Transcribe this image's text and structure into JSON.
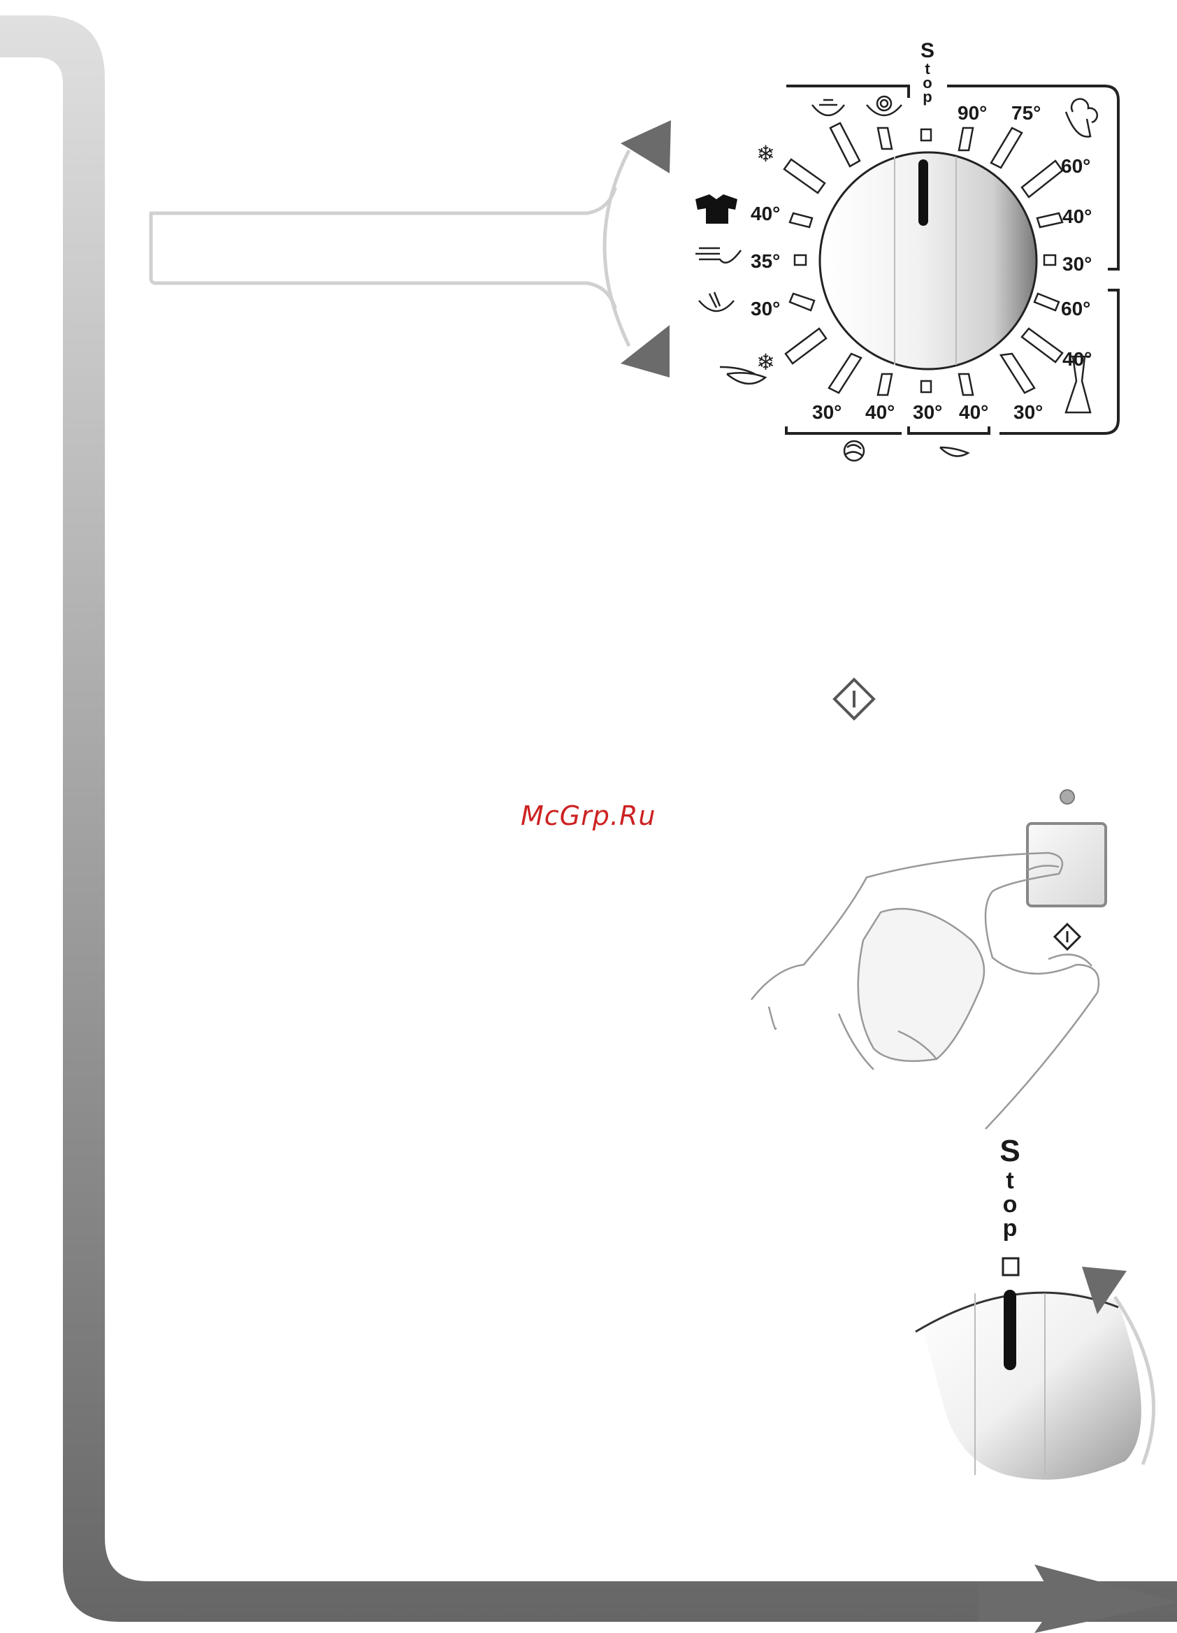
{
  "dial": {
    "stop_letters": [
      "S",
      "t",
      "o",
      "p"
    ],
    "left_temps": [
      "40°",
      "35°",
      "30°"
    ],
    "right_temps": [
      "90°",
      "75°",
      "60°",
      "40°",
      "30°",
      "60°",
      "40°"
    ],
    "bottom_temps": [
      "30°",
      "40°",
      "30°",
      "40°",
      "30°"
    ],
    "icons": {
      "snowflake": "❄"
    }
  },
  "start_symbol": "start-pause-icon",
  "watermark": "McGrp.Ru",
  "knob_stop_letters": [
    "S",
    "t",
    "o",
    "p"
  ],
  "colors": {
    "flow_arrow": "#6b6b6b",
    "flow_arrow_light": "#d6d6d6",
    "text": "#1a1a1a",
    "watermark": "#cc2222"
  }
}
